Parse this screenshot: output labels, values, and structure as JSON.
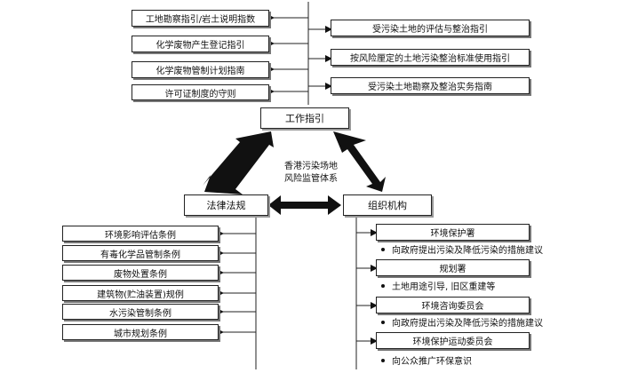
{
  "center": {
    "line1": "香港污染场地",
    "line2": "风险监管体系"
  },
  "hubs": {
    "work_guidelines": "工作指引",
    "laws": "法律法规",
    "organizations": "组织机构"
  },
  "top_left_guides": [
    "工地勘察指引/岩土说明指数",
    "化学废物产生登记指引",
    "化学废物管制计划指南",
    "许可证制度的守则"
  ],
  "top_right_guides": [
    "受污染土地的评估与整治指引",
    "按风险厘定的土地污染整治标准使用指引",
    "受污染土地勘察及整治实务指南"
  ],
  "laws": [
    "环境影响评估条例",
    "有毒化学品管制条例",
    "废物处置条例",
    "建筑物(贮油装置)规例",
    "水污染管制条例",
    "城市规划条例"
  ],
  "organizations": [
    {
      "name": "环境保护署",
      "duty": "向政府提出污染及降低污染的措施建议"
    },
    {
      "name": "规划署",
      "duty": "土地用途引导, 旧区重建等"
    },
    {
      "name": "环境咨询委员会",
      "duty": "向政府提出污染及降低污染的措施建议"
    },
    {
      "name": "环境保护运动委员会",
      "duty": "向公众推广环保意识"
    }
  ]
}
